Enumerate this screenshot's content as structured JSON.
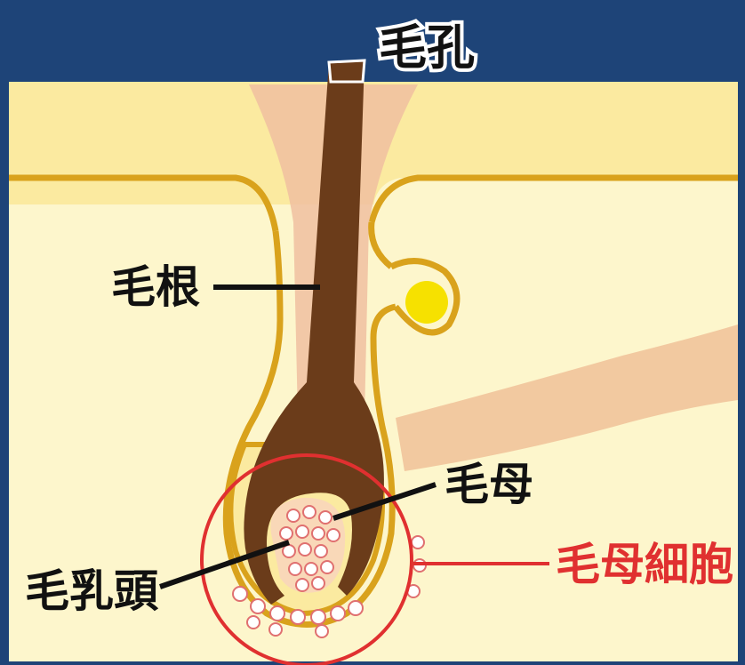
{
  "title": "毛孔",
  "labels": {
    "hair_root": "毛根",
    "hair_matrix": "毛母",
    "dermal_papilla": "毛乳頭",
    "hair_matrix_cells": "毛母細胞"
  },
  "colors": {
    "frame": "#1e4478",
    "skin_surface": "#fbeaa0",
    "dermis": "#fdf6cc",
    "follicle_outline": "#d9a21c",
    "hair_shaft": "#6b3c1a",
    "sheath_pink": "#f0c0a0",
    "sebaceous_gland": "#f6e100",
    "arrector_muscle": "#f2c9a0",
    "highlight_red": "#e03030",
    "label_text": "#111111"
  }
}
